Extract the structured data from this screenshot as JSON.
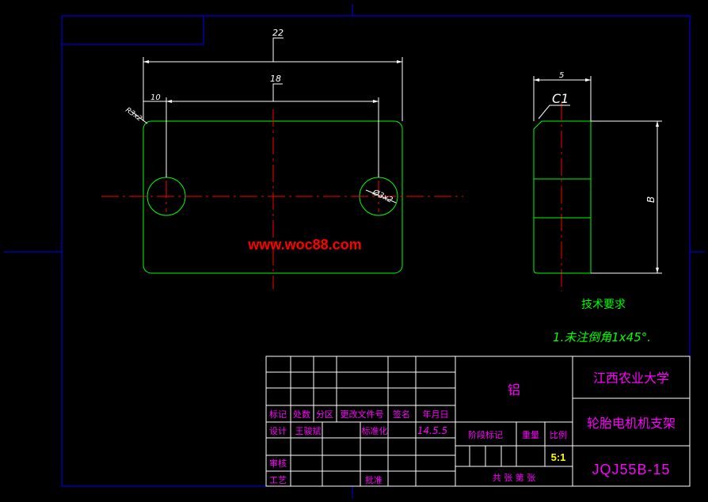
{
  "dimensions": {
    "overall_length": "22",
    "hole_spacing": "18",
    "hole_offset": "10",
    "corner_radius": "R3x2",
    "hole_diameter": "Ø3x2",
    "thickness": "5",
    "chamfer": "C1",
    "height": "B"
  },
  "watermark": "www.woc88.com",
  "technical_requirements": {
    "title": "技术要求",
    "note": "1.未注倒角1x45°."
  },
  "title_block": {
    "material": "铝",
    "school": "江西农业大学",
    "part_name": "轮胎电机机支架",
    "drawing_no": "JQJ55B-15",
    "scale_value": "5:1",
    "labels": {
      "mark": "标记",
      "count": "处数",
      "zone": "分区",
      "change_doc": "更改文件号",
      "signature": "签名",
      "date": "年月日",
      "design": "设计",
      "standardize": "标准化",
      "review": "审核",
      "process": "工艺",
      "approve": "批准",
      "stage_mark": "阶段标记",
      "weight": "重量",
      "scale": "比例",
      "sheets": "共  张  第  张"
    },
    "designer": "王骏斌",
    "design_date": "14.5.5"
  },
  "colors": {
    "frame": "#0000ff",
    "outline": "#00ff00",
    "center": "#ff0000",
    "dimension": "#ffffff",
    "text_magenta": "#ff00ff",
    "text_green": "#00ff00",
    "text_yellow": "#ffff00",
    "watermark": "#ff0000"
  }
}
